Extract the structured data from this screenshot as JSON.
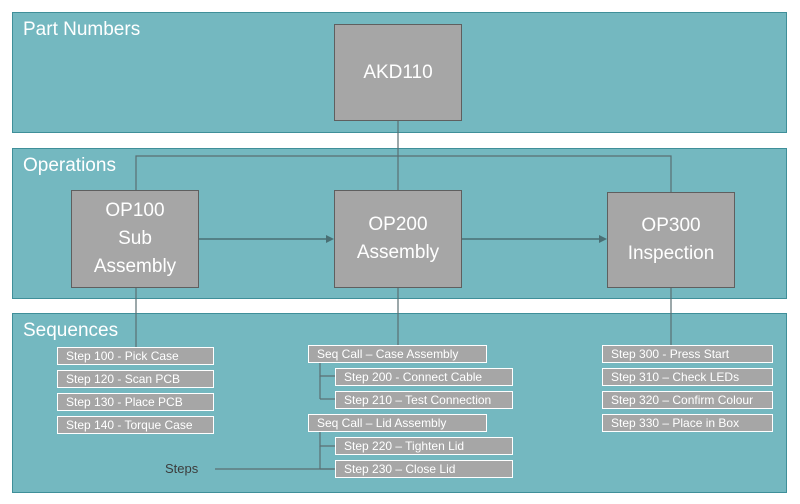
{
  "bands": {
    "part_numbers": "Part Numbers",
    "operations": "Operations",
    "sequences": "Sequences"
  },
  "part": {
    "label": "AKD110"
  },
  "operations": {
    "op100": [
      "OP100",
      "Sub",
      "Assembly"
    ],
    "op200": [
      "OP200",
      "Assembly"
    ],
    "op300": [
      "OP300",
      "Inspection"
    ]
  },
  "steps_op100": [
    "Step 100 - Pick Case",
    "Step 120 - Scan PCB",
    "Step 130 - Place PCB",
    "Step 140 - Torque Case"
  ],
  "seq_calls": {
    "case": "Seq Call – Case Assembly",
    "lid": "Seq Call – Lid Assembly"
  },
  "steps_case": [
    "Step 200 -  Connect Cable",
    "Step 210 – Test Connection"
  ],
  "steps_lid": [
    "Step 220 – Tighten Lid",
    "Step 230 – Close Lid"
  ],
  "steps_op300": [
    "Step 300 -  Press Start",
    "Step 310 – Check LEDs",
    "Step 320 – Confirm Colour",
    "Step 330 – Place in Box"
  ],
  "steps_note": "Steps",
  "colors": {
    "band": "#74b8c0",
    "box": "#a6a6a6",
    "line": "#5a6e72"
  }
}
